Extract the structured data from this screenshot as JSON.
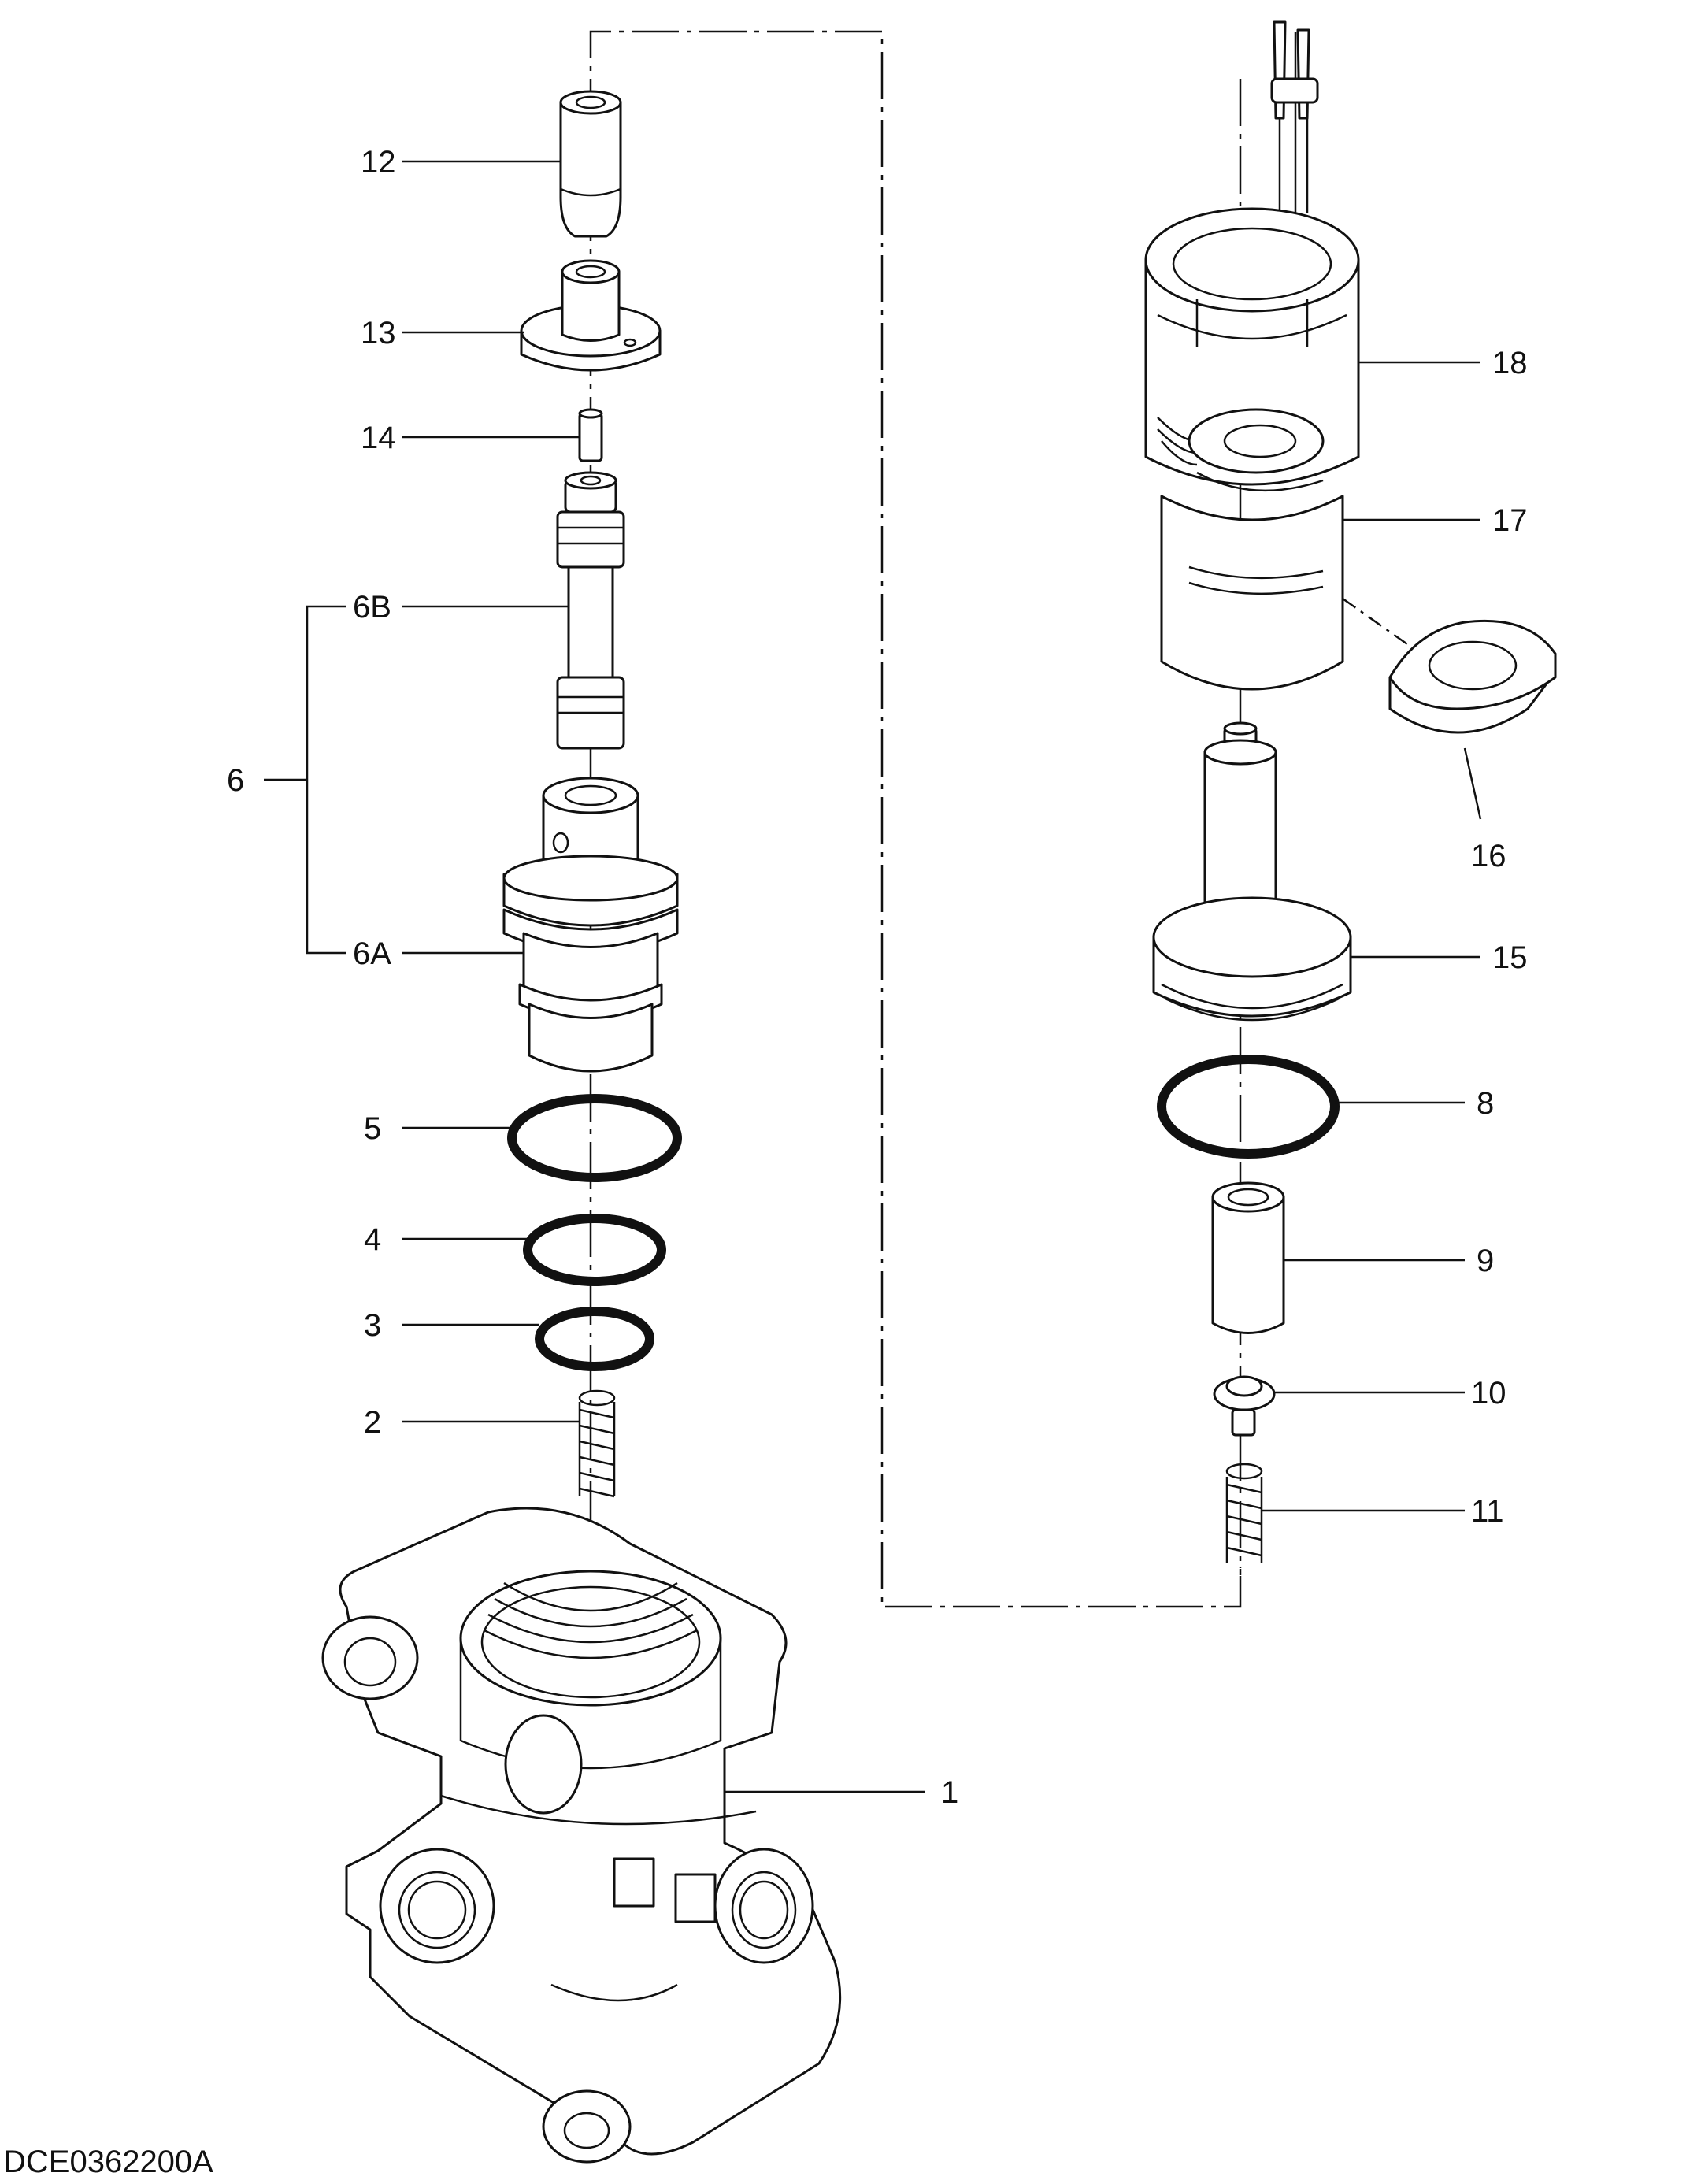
{
  "drawing_code": "DCE0362200A",
  "callouts": {
    "p1": "1",
    "p2": "2",
    "p3": "3",
    "p4": "4",
    "p5": "5",
    "p6": "6",
    "p6a": "6A",
    "p6b": "6B",
    "p8": "8",
    "p9": "9",
    "p10": "10",
    "p11": "11",
    "p12": "12",
    "p13": "13",
    "p14": "14",
    "p15": "15",
    "p16": "16",
    "p17": "17",
    "p18": "18"
  },
  "colors": {
    "ink": "#111111",
    "paper": "#ffffff"
  }
}
